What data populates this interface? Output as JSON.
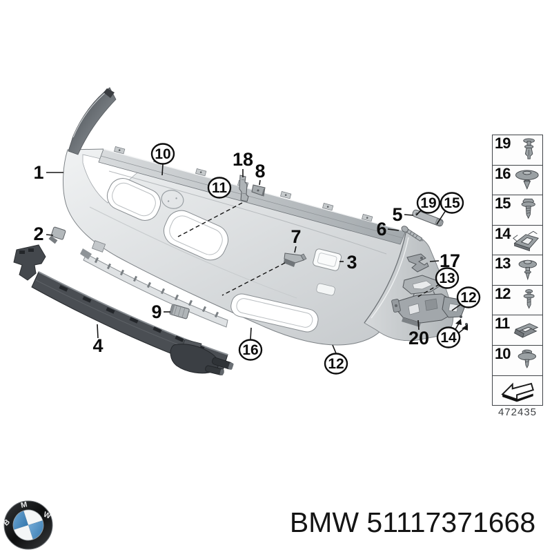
{
  "diagram": {
    "drawing_number": "472435",
    "callouts": {
      "plain": {
        "p1": "1",
        "p2": "2",
        "p3": "3",
        "p4": "4",
        "p5": "5",
        "p6": "6",
        "p7": "7",
        "p8": "8",
        "p9": "9",
        "p17": "17",
        "p18": "18",
        "p20": "20"
      },
      "circled": {
        "c10": "10",
        "c11": "11",
        "c12_right": "12",
        "c12_bottom": "12",
        "c13": "13",
        "c14": "14",
        "c15": "15",
        "c16": "16",
        "c19": "19"
      }
    }
  },
  "sidebar": {
    "rows": [
      {
        "label": "19",
        "icon": "expanding-rivet-icon"
      },
      {
        "label": "16",
        "icon": "dome-head-clip-icon"
      },
      {
        "label": "15",
        "icon": "hex-screw-washer-icon"
      },
      {
        "label": "14",
        "icon": "cage-nut-icon"
      },
      {
        "label": "13",
        "icon": "push-rivet-icon"
      },
      {
        "label": "12",
        "icon": "pan-screw-washer-icon"
      },
      {
        "label": "11",
        "icon": "speed-nut-clip-icon"
      },
      {
        "label": "10",
        "icon": "screw-large-washer-icon"
      },
      {
        "label": "",
        "icon": "direction-arrow-icon"
      }
    ],
    "drawing_number": "472435"
  },
  "footer": {
    "part_number": "BMW 51117371668",
    "logo_letters": [
      "B",
      "M",
      "W"
    ],
    "logo_blue": "#4a8fc6"
  },
  "colors": {
    "bumper_light": "#eff1f2",
    "bumper_mid": "#ccd0d2",
    "bumper_dark": "#a8adb1",
    "part_dark": "#43474c",
    "line": "#151515"
  }
}
